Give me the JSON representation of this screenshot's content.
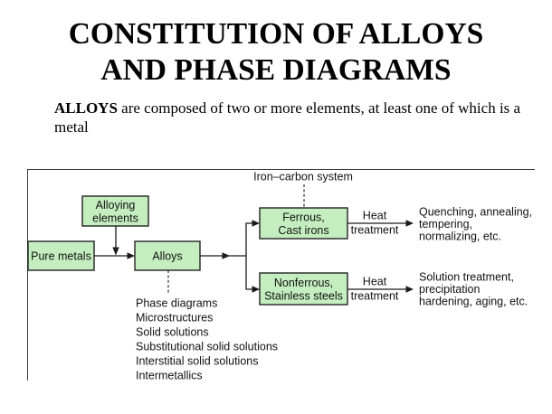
{
  "slide": {
    "title_lines": [
      "CONSTITUTION OF ALLOYS",
      "AND PHASE DIAGRAMS"
    ],
    "intro": {
      "term": "ALLOYS",
      "text": "are composed of two or more elements, at least one of which is a metal"
    }
  },
  "diagram": {
    "pure_metals": "Pure metals",
    "alloying_elements": [
      "Alloying",
      "elements"
    ],
    "alloys": "Alloys",
    "ferrous": [
      "Ferrous,",
      "Cast irons"
    ],
    "nonferrous": [
      "Nonferrous,",
      "Stainless steels"
    ],
    "iron_carbon_label": "Iron–carbon system",
    "ferrous_heat_treatment": [
      "Heat",
      "treatment"
    ],
    "nonferrous_heat_treatment": [
      "Heat",
      "treatment"
    ],
    "ferrous_processes": [
      "Quenching, annealing,",
      "tempering,",
      "normalizing, etc."
    ],
    "nonferrous_processes": [
      "Solution treatment,",
      "precipitation",
      "hardening, aging, etc."
    ],
    "alloy_topics": [
      "Phase diagrams",
      "Microstructures",
      "Solid solutions",
      "Substitutional solid solutions",
      "Interstitial solid solutions",
      "Intermetallics"
    ]
  },
  "colors": {
    "node_fill": "#c5eec0",
    "node_border": "#222222",
    "connector": "#1a1a1a",
    "frame": "#3c3c3c"
  }
}
